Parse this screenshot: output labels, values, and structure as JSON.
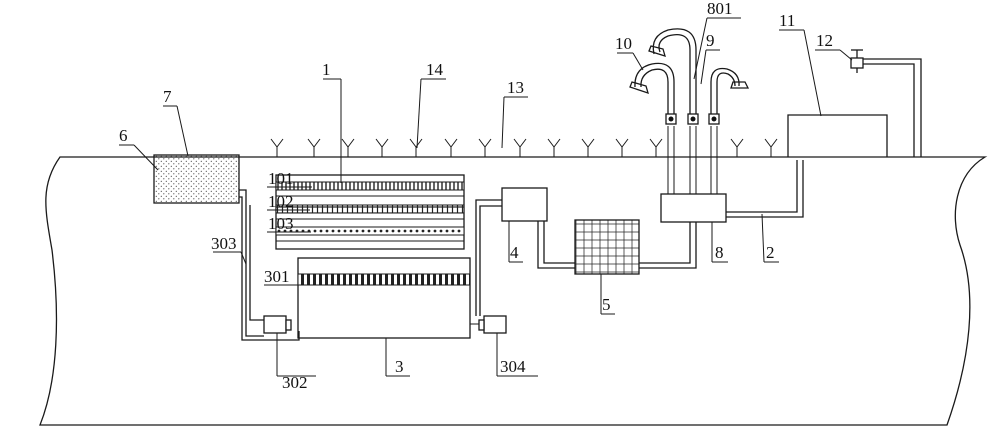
{
  "labels": {
    "l1": "1",
    "l101": "101",
    "l102": "102",
    "l103": "103",
    "l2": "2",
    "l3": "3",
    "l301": "301",
    "l302": "302",
    "l303": "303",
    "l304": "304",
    "l4": "4",
    "l5": "5",
    "l6": "6",
    "l7": "7",
    "l8": "8",
    "l801": "801",
    "l9": "9",
    "l10": "10",
    "l11": "11",
    "l12": "12",
    "l13": "13",
    "l14": "14"
  }
}
